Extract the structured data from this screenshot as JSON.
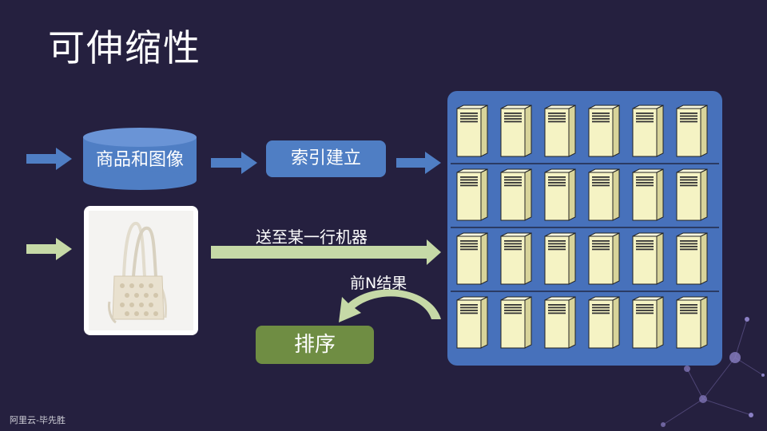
{
  "slide": {
    "title": "可伸缩性",
    "watermark": "阿里云-毕先胜"
  },
  "nodes": {
    "products_images": "商品和图像",
    "index_build": "索引建立",
    "send_to_row": "送至某一行机器",
    "top_n_results": "前N结果",
    "sort": "排序"
  },
  "cluster": {
    "rows": 4,
    "columns": 6
  },
  "colors": {
    "background": "#25203f",
    "blue_node": "#4f7ec4",
    "cluster_panel": "#4771bb",
    "green_node": "#6f8d43",
    "green_arrow": "#c6d9a7",
    "server_face": "#f5f3c4"
  }
}
